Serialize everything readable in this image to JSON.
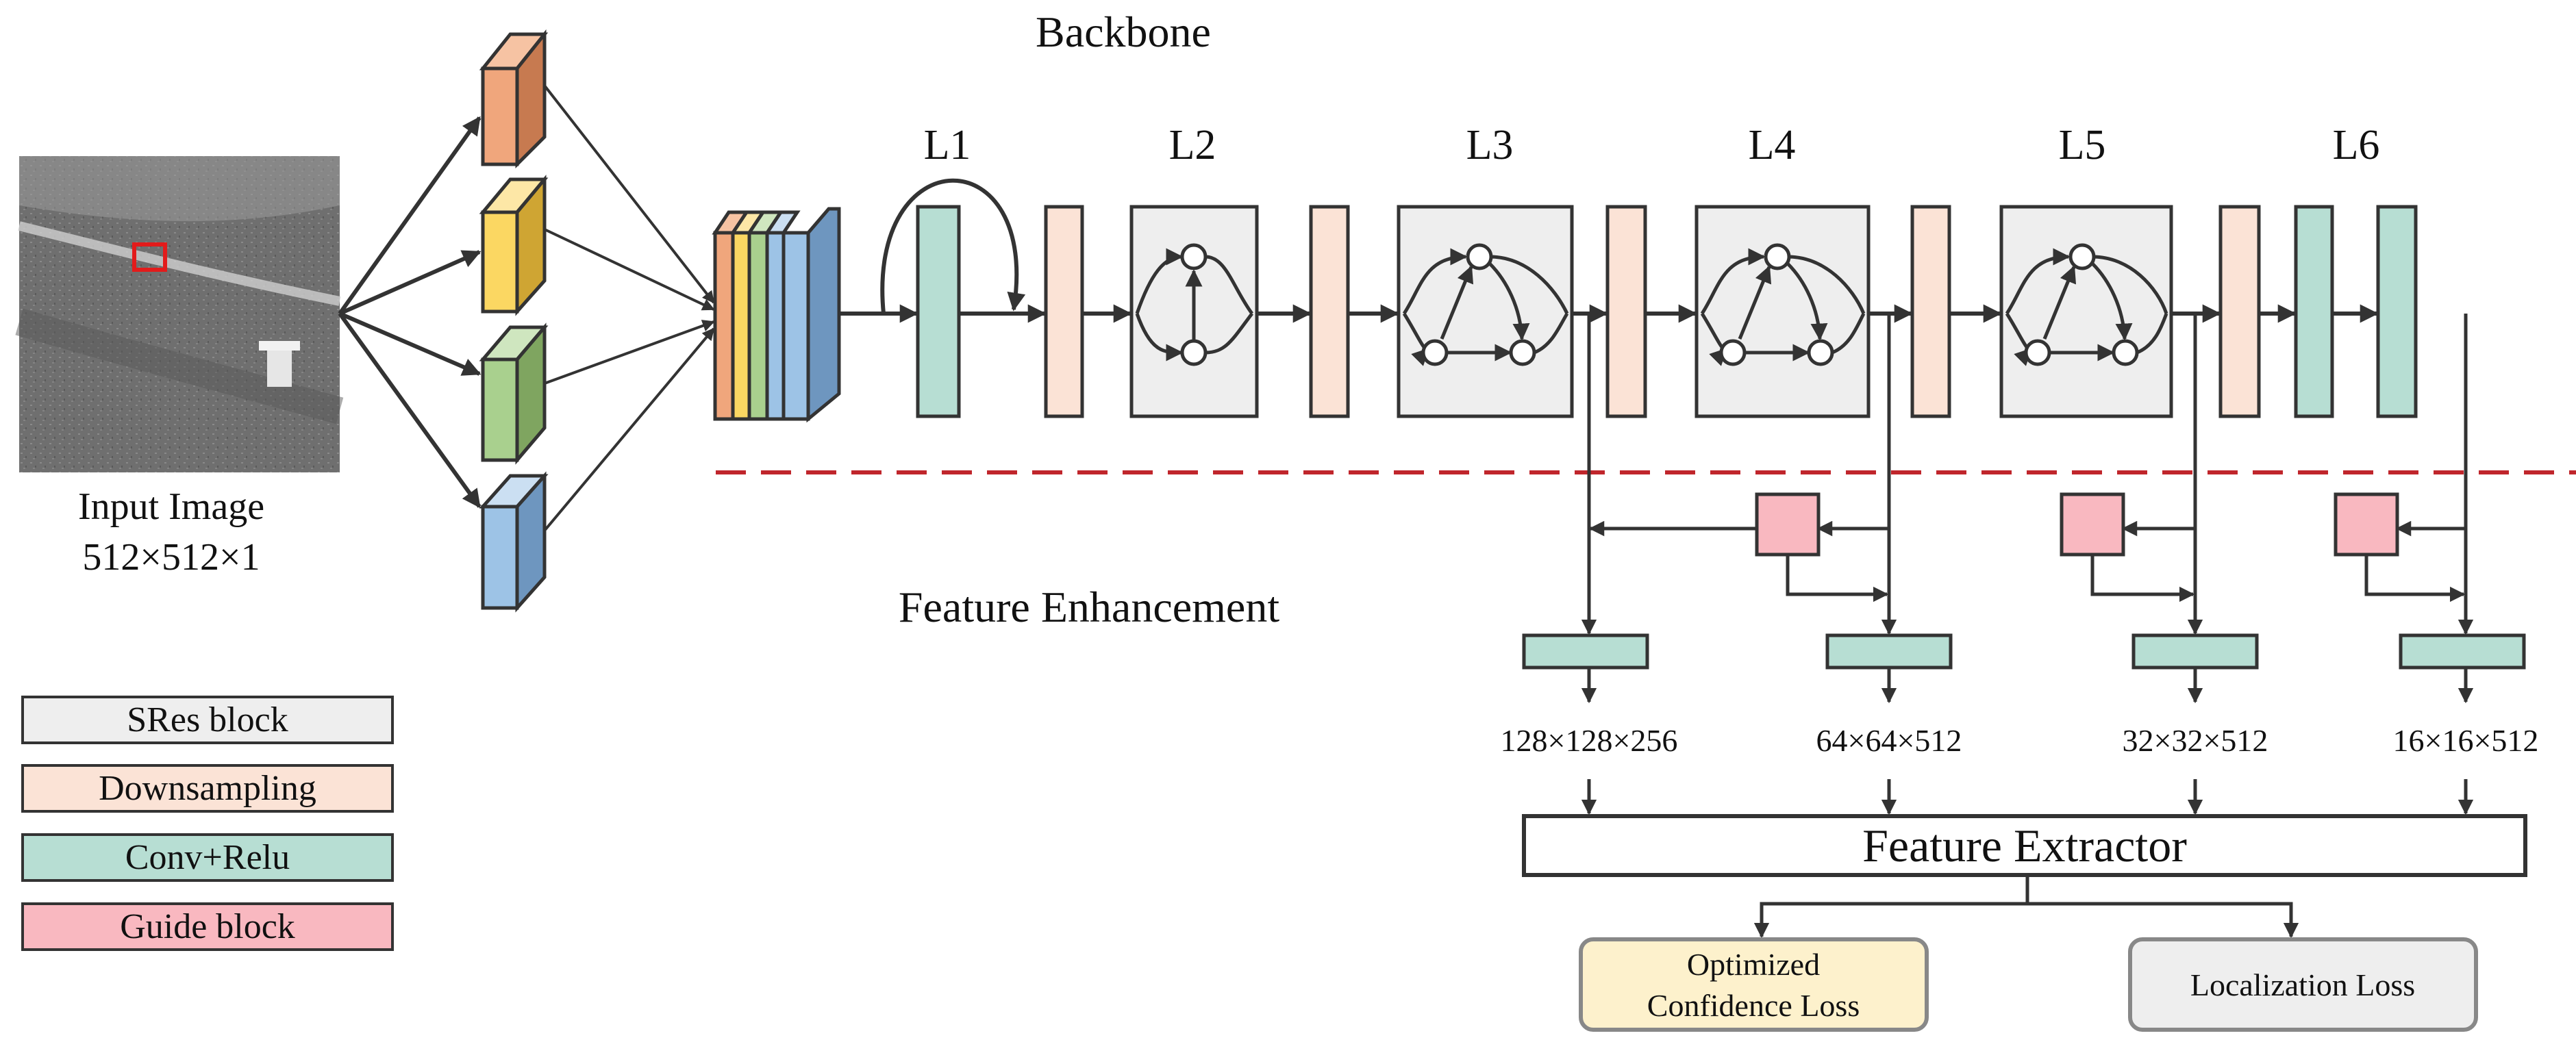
{
  "titles": {
    "backbone": "Backbone",
    "feature_enhancement": "Feature Enhancement"
  },
  "input": {
    "label_line1": "Input Image",
    "label_line2": "512×512×1"
  },
  "layers": {
    "l1": "L1",
    "l2": "L2",
    "l3": "L3",
    "l4": "L4",
    "l5": "L5",
    "l6": "L6"
  },
  "legend": {
    "sres": "SRes block",
    "down": "Downsampling",
    "conv": "Conv+Relu",
    "guide": "Guide block"
  },
  "dims": {
    "d1": "128×128×256",
    "d2": "64×64×512",
    "d3": "32×32×512",
    "d4": "16×16×512"
  },
  "feature_extractor": "Feature Extractor",
  "losses": {
    "confidence_line1": "Optimized",
    "confidence_line2": "Confidence Loss",
    "localization": "Localization Loss"
  },
  "colors": {
    "sres_fill": "#eeeeee",
    "downsampling_fill": "#fbe3d6",
    "conv_fill": "#b7ded3",
    "guide_fill": "#f9b8c0",
    "separator": "#c0262c",
    "target_marker": "#e31b1b",
    "confidence_fill": "#fdf1cc",
    "localization_fill": "#eeeeee",
    "cube_orange": "#f0a67c",
    "cube_yellow": "#fbd762",
    "cube_green": "#a9d08e",
    "cube_blue": "#9dc3e6"
  }
}
